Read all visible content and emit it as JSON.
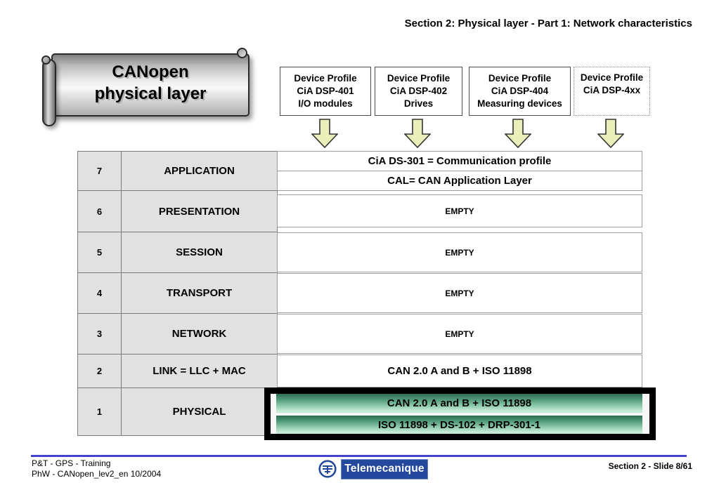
{
  "header": {
    "title": "Section 2: Physical layer - Part 1: Network characteristics"
  },
  "banner": {
    "line1": "CANopen",
    "line2": "physical layer"
  },
  "device_profiles": [
    {
      "lines": [
        "Device Profile",
        "CiA DSP-401",
        "I/O modules"
      ],
      "border": "solid"
    },
    {
      "lines": [
        "Device Profile",
        "CiA DSP-402",
        "Drives"
      ],
      "border": "solid"
    },
    {
      "lines": [
        "Device Profile",
        "CiA DSP-404",
        "Measuring devices"
      ],
      "border": "solid"
    },
    {
      "lines": [
        "Device Profile",
        "CiA DSP-4xx"
      ],
      "border": "dotted"
    }
  ],
  "osi_table": {
    "rows": [
      {
        "number": "7",
        "layer": "APPLICATION",
        "values": [
          "CiA DS-301 = Communication profile",
          "CAL= CAN Application Layer"
        ]
      },
      {
        "number": "6",
        "layer": "PRESENTATION",
        "values": [
          "EMPTY"
        ]
      },
      {
        "number": "5",
        "layer": "SESSION",
        "values": [
          "EMPTY"
        ]
      },
      {
        "number": "4",
        "layer": "TRANSPORT",
        "values": [
          "EMPTY"
        ]
      },
      {
        "number": "3",
        "layer": "NETWORK",
        "values": [
          "EMPTY"
        ]
      },
      {
        "number": "2",
        "layer": "LINK = LLC + MAC",
        "values": [
          "CAN 2.0 A and B + ISO 11898"
        ]
      },
      {
        "number": "1",
        "layer": "PHYSICAL",
        "highlighted": true,
        "values": [
          "CAN 2.0 A and B + ISO 11898",
          "ISO 11898 + DS-102 + DRP-301-1"
        ]
      }
    ]
  },
  "footer": {
    "left_line1": "P&T - GPS - Training",
    "left_line2": "PhW - CANopen_lev2_en  10/2004",
    "logo_text": "Telemecanique",
    "right": "Section 2 - Slide 8/61"
  },
  "colors": {
    "arrow_fill": "#eaefb9",
    "arrow_stroke": "#333333",
    "highlight_green_dark": "#2d6b52",
    "highlight_green_light": "#c9ecda",
    "logo_blue": "#24489B",
    "footer_line_blue": "#4443cb",
    "table_gray": "#e1e1e1"
  }
}
